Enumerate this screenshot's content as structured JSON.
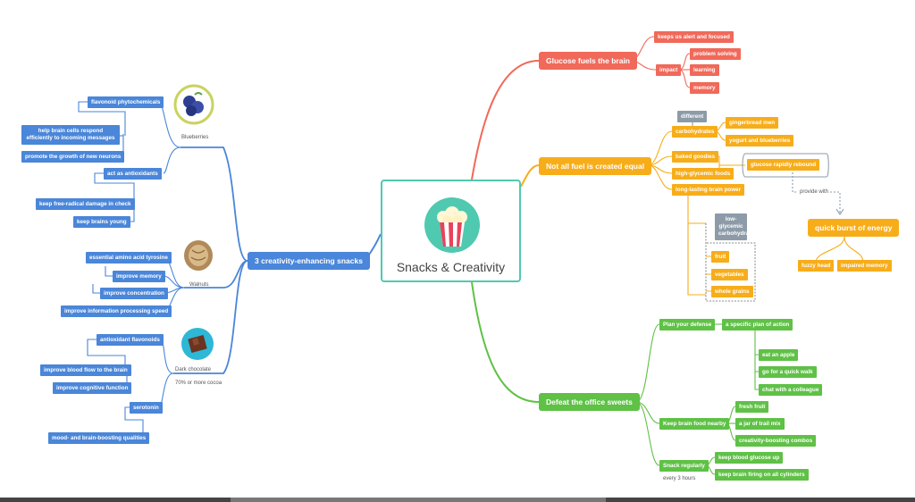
{
  "center": {
    "title": "Snacks & Creativity"
  },
  "colors": {
    "left": "#4a86d9",
    "glucose": "#f0695a",
    "fuel": "#f7ad1a",
    "defeat": "#5fc146",
    "accent": "#4fc9b0"
  },
  "left": {
    "main": "3 creativity-enhancing snacks",
    "blueberries": {
      "label": "Blueberries",
      "items": [
        "flavonoid phytochemicals",
        "help brain cells respond efficiently to incoming messages",
        "promote the growth of new neurons",
        "act as antioxidants",
        "keep free-radical damage in check",
        "keep brains young"
      ]
    },
    "walnuts": {
      "label": "Walnuts",
      "items": [
        "essential amino acid tyrosine",
        "improve memory",
        "improve concentration",
        "improve information processing speed"
      ]
    },
    "chocolate": {
      "label": "Dark chocolate",
      "note": "70% or more cocoa",
      "items": [
        "antioxidant flavonoids",
        "improve blood flow to the brain",
        "improve cognitive function",
        "serotonin",
        "mood- and brain-boosting qualities"
      ]
    }
  },
  "glucose": {
    "main": "Glucose fuels the brain",
    "alert": "keeps us alert and focused",
    "impact": "impact",
    "items": [
      "problem solving",
      "learning",
      "memory"
    ]
  },
  "fuel": {
    "main": "Not all fuel is created equal",
    "different": "different",
    "carbs": "carbohydrates",
    "carb_items": [
      "gingerbread men",
      "yogurt and blueberries"
    ],
    "baked": "baked goodies",
    "high": "high-glycemic foods",
    "long": "long-lasting brain power",
    "glucose_rebound": "glucose rapidly rebound",
    "provide": "provide with",
    "burst": "quick burst of energy",
    "burst_items": [
      "fuzzy head",
      "impaired memory"
    ],
    "low_note": "low-glycemic carbohydrates",
    "low_items": [
      "fruit",
      "vegetables",
      "whole grains"
    ]
  },
  "defeat": {
    "main": "Defeat the office sweets",
    "plan": "Plan your defense",
    "plan_sub": "a specific plan of action",
    "plan_items": [
      "eat an apple",
      "go for a quick walk",
      "chat with a colleague"
    ],
    "nearby": "Keep brain food nearby",
    "nearby_items": [
      "fresh fruit",
      "a jar of trail mix",
      "creativity-boosting combos"
    ],
    "regular": "Snack regularly",
    "regular_note": "every 3 hours",
    "regular_items": [
      "keep blood glucose up",
      "keep brain firing on all cylinders"
    ]
  }
}
